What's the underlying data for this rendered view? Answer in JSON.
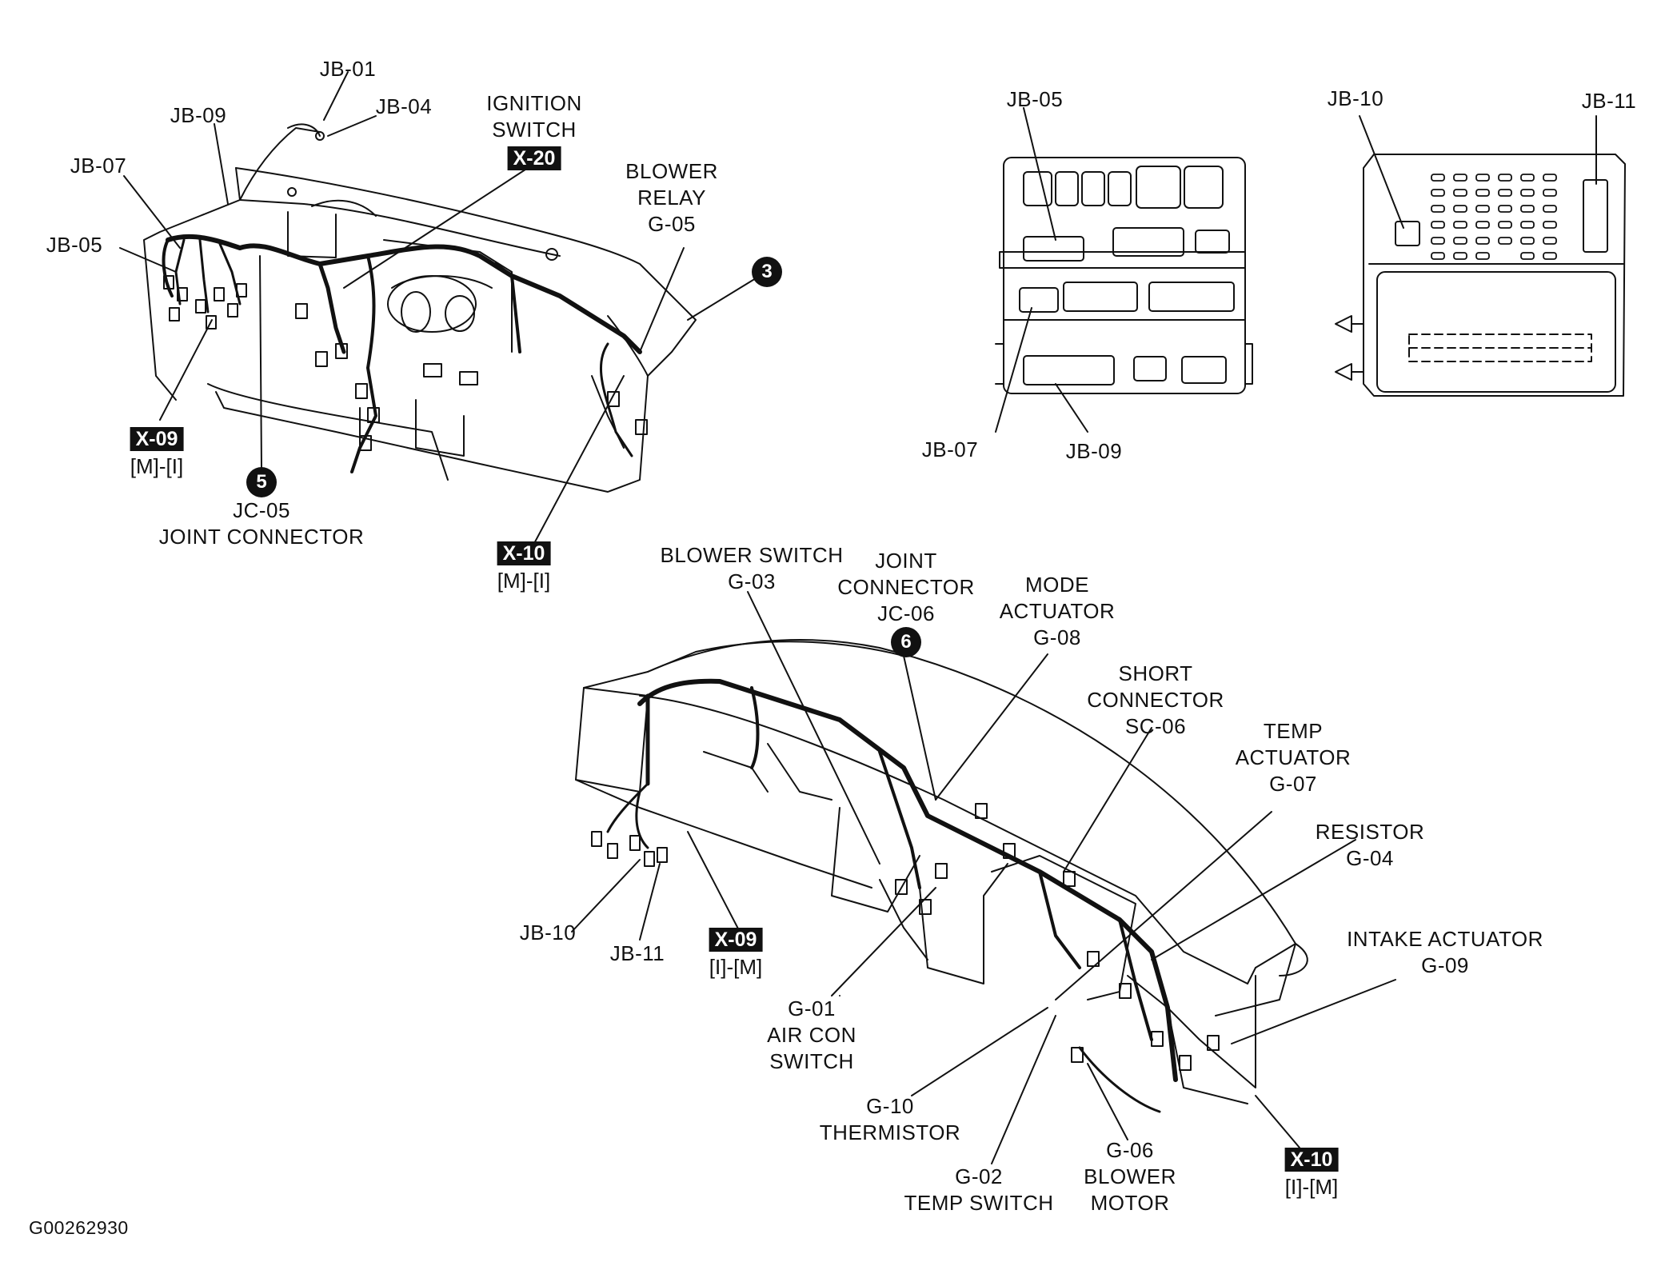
{
  "labels": {
    "jb01": "JB-01",
    "jb04": "JB-04",
    "jb09_top": "JB-09",
    "jb07_top": "JB-07",
    "jb05_top": "JB-05",
    "ignition": "IGNITION\nSWITCH",
    "blower_relay": "BLOWER\nRELAY\nG-05",
    "jc05": "JC-05\nJOINT CONNECTOR",
    "jb05_box": "JB-05",
    "jb07_box": "JB-07",
    "jb09_box": "JB-09",
    "jb10_box": "JB-10",
    "jb11_box": "JB-11",
    "blower_switch": "BLOWER SWITCH\nG-03",
    "joint_connector": "JOINT\nCONNECTOR\nJC-06",
    "mode_actuator": "MODE\nACTUATOR\nG-08",
    "short_connector": "SHORT\nCONNECTOR\nSC-06",
    "temp_actuator": "TEMP\nACTUATOR\nG-07",
    "resistor": "RESISTOR\nG-04",
    "intake_actuator": "INTAKE ACTUATOR\nG-09",
    "jb10_bottom": "JB-10",
    "jb11_bottom": "JB-11",
    "air_con": "G-01\nAIR CON\nSWITCH",
    "thermistor": "G-10\nTHERMISTOR",
    "temp_switch": "G-02\nTEMP SWITCH",
    "blower_motor": "G-06\nBLOWER\nMOTOR",
    "figure_code": "G00262930"
  },
  "tags": {
    "x20": "X-20",
    "x09_top": "X-09",
    "x09_top_sub": "[M]-[I]",
    "x10_top": "X-10",
    "x10_top_sub": "[M]-[I]",
    "x09_bottom": "X-09",
    "x09_bottom_sub": "[I]-[M]",
    "x10_bottom": "X-10",
    "x10_bottom_sub": "[I]-[M]"
  },
  "markers": {
    "m3": "3",
    "m5": "5",
    "m6": "6"
  }
}
